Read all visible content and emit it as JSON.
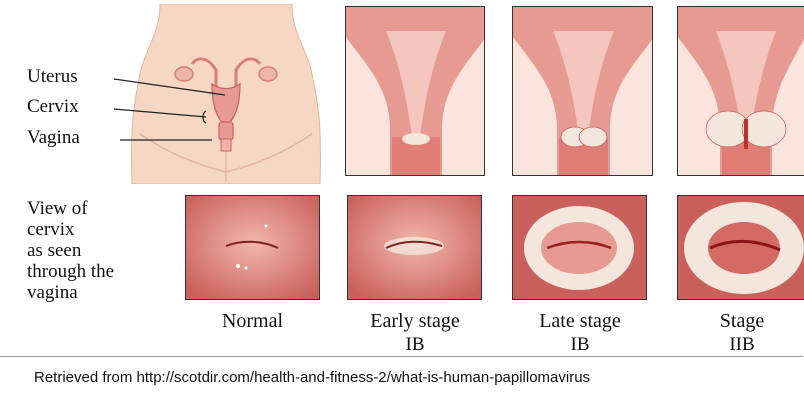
{
  "anatomy_labels": {
    "uterus": "Uterus",
    "cervix": "Cervix",
    "vagina": "Vagina"
  },
  "view_description": [
    "View of",
    "cervix",
    "as seen",
    "through the",
    "vagina"
  ],
  "stages": [
    {
      "line1": "Normal",
      "line2": ""
    },
    {
      "line1": "Early stage",
      "line2": "IB"
    },
    {
      "line1": "Late stage",
      "line2": "IB"
    },
    {
      "line1": "Stage",
      "line2": "IIB"
    }
  ],
  "caption": "Retrieved from http://scotdir.com/health-and-fitness-2/what-is-human-papillomavirus",
  "colors": {
    "skin": "#f6d7c4",
    "tissue": "#e58f86",
    "tissue_dark": "#c04a48",
    "lesion": "#f3e6dc",
    "border": "#333333"
  }
}
